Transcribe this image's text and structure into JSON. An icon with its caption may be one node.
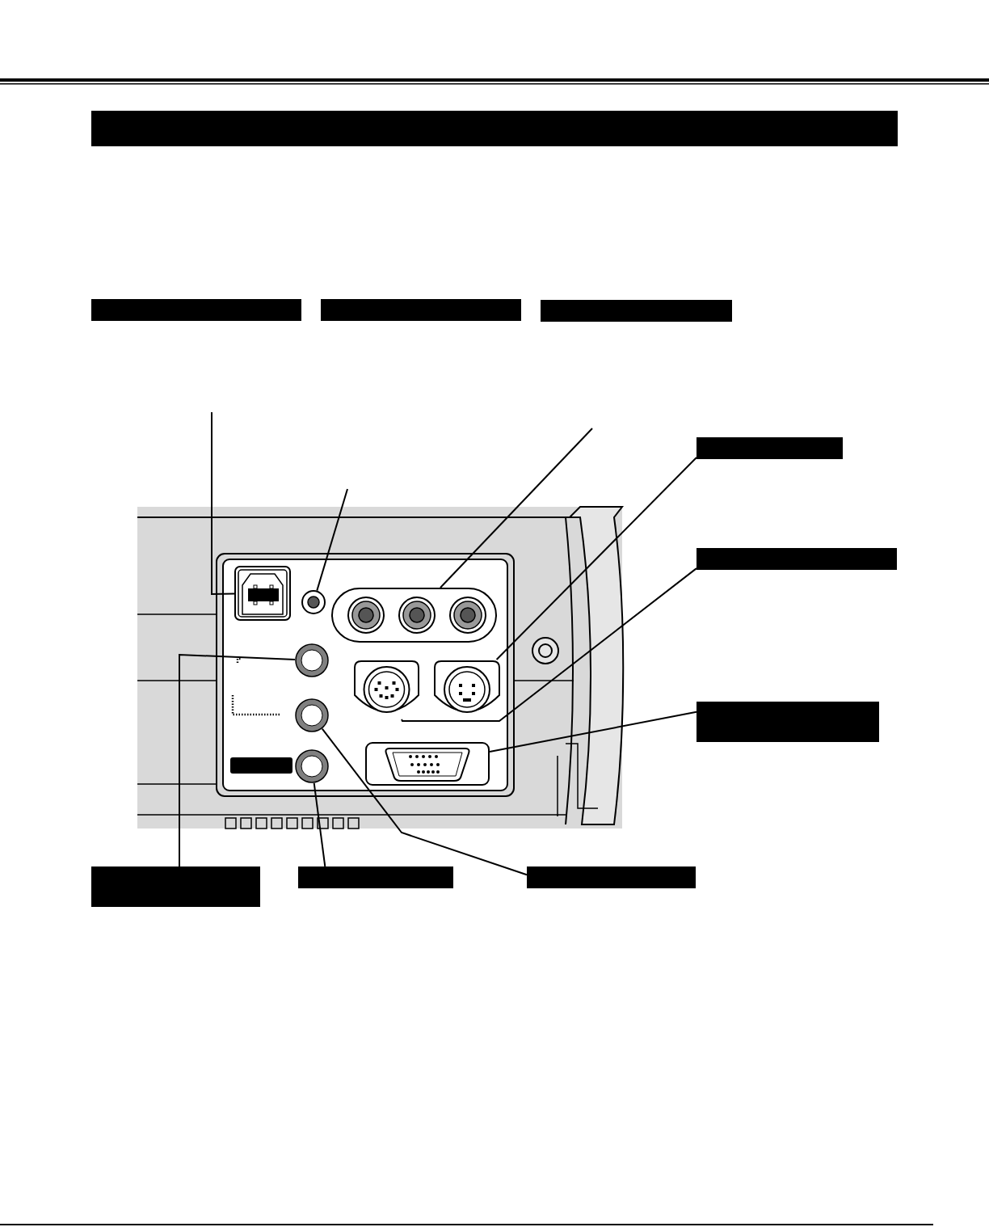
{
  "diagram": {
    "nodes": [
      {
        "text": [],
        "shape": "bar"
      },
      {
        "text": [],
        "shape": "bar"
      },
      {
        "text": [],
        "shape": "bar"
      },
      {
        "text": [],
        "shape": "bar"
      },
      {
        "text": [],
        "shape": "bar"
      },
      {
        "text": [],
        "shape": "bar"
      },
      {
        "text": [],
        "shape": "bar"
      },
      {
        "text": [],
        "shape": "box"
      },
      {
        "text": [],
        "shape": "circle"
      },
      {
        "text": [],
        "shape": "box"
      },
      {
        "text": [],
        "shape": "circle"
      },
      {
        "text": [],
        "shape": "box"
      },
      {
        "text": [],
        "shape": "box"
      },
      {
        "text": [],
        "shape": "circle"
      },
      {
        "text": [],
        "shape": "box"
      },
      {
        "text": [],
        "shape": "circle"
      },
      {
        "text": [],
        "shape": "bar"
      },
      {
        "text": [],
        "shape": "bar"
      },
      {
        "text": [],
        "shape": "bar"
      }
    ],
    "edges": [
      {
        "from": null,
        "to": 7,
        "arrow": "none"
      },
      {
        "from": null,
        "to": 8,
        "arrow": "none"
      },
      {
        "from": null,
        "to": 9,
        "arrow": "none"
      },
      {
        "from": 4,
        "to": 12,
        "arrow": "none"
      },
      {
        "from": 5,
        "to": 11,
        "arrow": "none"
      },
      {
        "from": 6,
        "to": 14,
        "arrow": "none"
      },
      {
        "from": 16,
        "to": 10,
        "arrow": "none"
      },
      {
        "from": 17,
        "to": 15,
        "arrow": "none"
      },
      {
        "from": 18,
        "to": 13,
        "arrow": "none"
      }
    ]
  }
}
